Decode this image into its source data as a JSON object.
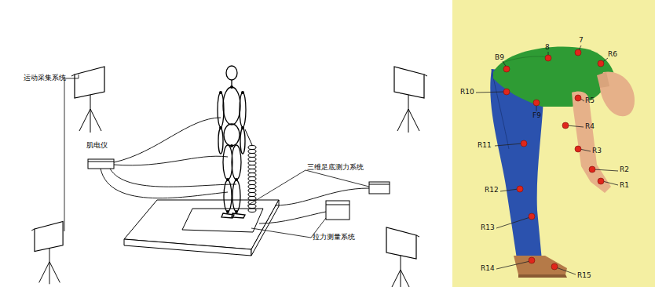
{
  "diagram": {
    "labels": [
      "运动采集系统",
      "肌电仪",
      "三维足底测力系统",
      "拉力测量系统",
      "7",
      "8",
      "R6",
      "B9",
      "R10",
      "R5",
      "F9",
      "R4",
      "R11",
      "R3",
      "R2",
      "R1",
      "R12",
      "R13",
      "R14",
      "R15"
    ]
  }
}
